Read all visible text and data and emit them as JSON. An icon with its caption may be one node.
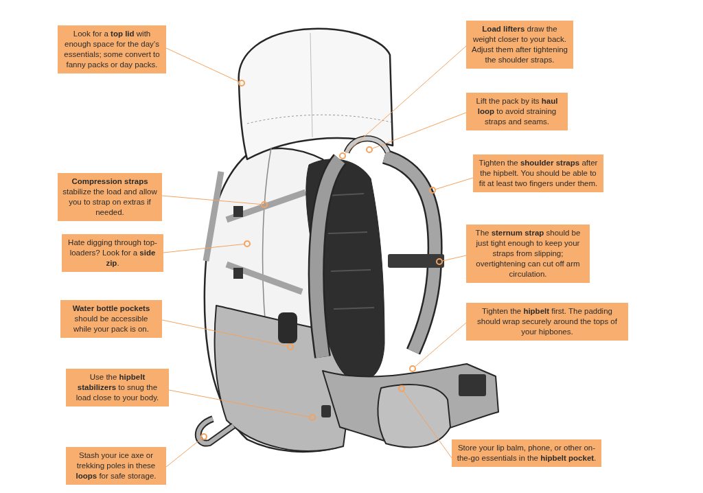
{
  "diagram": {
    "nodes": [
      {
        "text": [
          "Look for a **top lid** with enough space for the day’s essentials; some convert to fanny packs or day packs."
        ]
      },
      {
        "text": [
          "**Compression straps** stabilize the load and allow you to strap on extras if needed."
        ]
      },
      {
        "text": [
          "Hate digging through top-loaders? Look for a **side zip**."
        ]
      },
      {
        "text": [
          "**Water bottle pockets** should be accessible while your pack is on."
        ]
      },
      {
        "text": [
          "Use the **hipbelt stabilizers** to snug the load close to your body."
        ]
      },
      {
        "text": [
          "Stash your ice axe or trekking poles in these **loops** for safe storage."
        ]
      },
      {
        "text": [
          "**Load lifters** draw the weight closer to your back. Adjust them after tightening the shoulder straps."
        ]
      },
      {
        "text": [
          "Lift the pack by its **haul loop** to avoid straining straps and seams."
        ]
      },
      {
        "text": [
          "Tighten the **shoulder straps** after the hipbelt. You should be able to fit at least two fingers under them."
        ]
      },
      {
        "text": [
          "The **sternum strap** should be just tight enough to keep your straps from slipping; overtightening can cut off arm circulation."
        ]
      },
      {
        "text": [
          "Tighten the **hipbelt** first. The padding should wrap securely around the tops of your hipbones."
        ]
      },
      {
        "text": [
          "Store your lip balm, phone, or other on-the-go essentials in the **hipbelt pocket**."
        ]
      },
      {
        "text": [],
        "shape": "circle"
      },
      {
        "text": [],
        "shape": "circle"
      },
      {
        "text": [],
        "shape": "circle"
      },
      {
        "text": [],
        "shape": "circle"
      },
      {
        "text": [],
        "shape": "circle"
      },
      {
        "text": [],
        "shape": "circle"
      },
      {
        "text": [],
        "shape": "circle"
      },
      {
        "text": [],
        "shape": "circle"
      },
      {
        "text": [],
        "shape": "circle"
      },
      {
        "text": [],
        "shape": "circle"
      },
      {
        "text": [],
        "shape": "circle"
      },
      {
        "text": [],
        "shape": "circle"
      }
    ],
    "edges": [
      {
        "from": 0,
        "to": 12,
        "arrow": "none"
      },
      {
        "from": 1,
        "to": 13,
        "arrow": "none"
      },
      {
        "from": 2,
        "to": 14,
        "arrow": "none"
      },
      {
        "from": 3,
        "to": 15,
        "arrow": "none"
      },
      {
        "from": 4,
        "to": 16,
        "arrow": "none"
      },
      {
        "from": 5,
        "to": 17,
        "arrow": "none"
      },
      {
        "from": 6,
        "to": 18,
        "arrow": "none"
      },
      {
        "from": 7,
        "to": 19,
        "arrow": "none"
      },
      {
        "from": 8,
        "to": 20,
        "arrow": "none"
      },
      {
        "from": 9,
        "to": 21,
        "arrow": "none"
      },
      {
        "from": 10,
        "to": 22,
        "arrow": "none"
      },
      {
        "from": 11,
        "to": 23,
        "arrow": "none"
      }
    ]
  }
}
